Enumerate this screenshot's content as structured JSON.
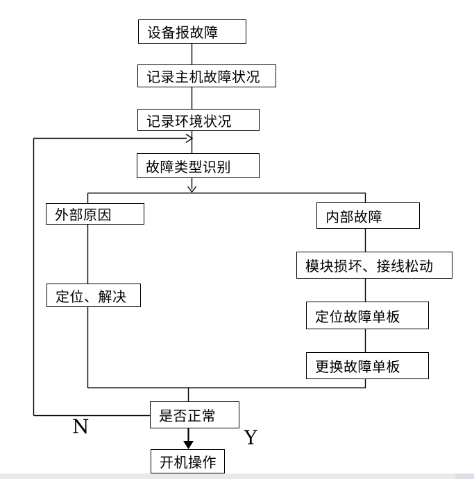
{
  "diagram": {
    "type": "flowchart",
    "title_implicit": "设备故障处理流程",
    "nodes": [
      {
        "id": "report-fault",
        "text": "设备报故障"
      },
      {
        "id": "record-host",
        "text": "记录主机故障状况"
      },
      {
        "id": "record-env",
        "text": "记录环境状况"
      },
      {
        "id": "identify-type",
        "text": "故障类型识别"
      },
      {
        "id": "external-cause",
        "text": "外部原因"
      },
      {
        "id": "internal-fault",
        "text": "内部故障"
      },
      {
        "id": "module-damage",
        "text": "模块损坏、接线松动"
      },
      {
        "id": "locate-solve",
        "text": "定位、解决"
      },
      {
        "id": "locate-board",
        "text": "定位故障单板"
      },
      {
        "id": "replace-board",
        "text": "更换故障单板"
      },
      {
        "id": "check-normal",
        "text": "是否正常"
      },
      {
        "id": "power-on",
        "text": "开机操作"
      }
    ],
    "branch_labels": {
      "no": "N",
      "yes": "Y"
    },
    "edges": [
      "设备报故障→记录主机故障状况",
      "记录主机故障状况→记录环境状况",
      "记录环境状况→故障类型识别",
      "故障类型识别→外部原因",
      "故障类型识别→内部故障",
      "外部原因→定位、解决",
      "内部故障→模块损坏、接线松动",
      "模块损坏、接线松动→定位故障单板",
      "定位故障单板→更换故障单板",
      "定位、解决→是否正常",
      "更换故障单板→是否正常",
      "是否正常→(N)→故障类型识别",
      "是否正常→(Y)→开机操作"
    ],
    "colors": {
      "line": "#000000",
      "box_border": "#000000",
      "box_fill": "#ffffff",
      "background": "#ffffff",
      "bottom_strip": "#e9e9e9"
    }
  }
}
